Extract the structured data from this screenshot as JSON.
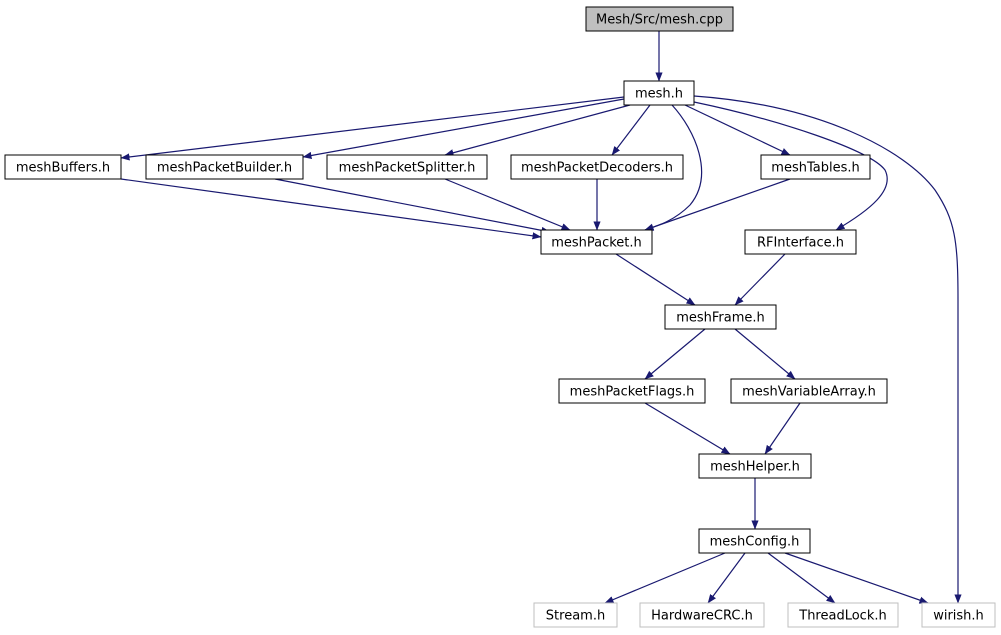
{
  "colors": {
    "edge": "#191970",
    "root_fill": "#bfbfbf",
    "node_fill": "#ffffff",
    "node_border": "#000000",
    "external_border": "#bfbfbf",
    "text": "#000000"
  },
  "nodes": [
    {
      "id": "mesh_cpp",
      "label": "Mesh/Src/mesh.cpp",
      "kind": "root"
    },
    {
      "id": "mesh_h",
      "label": "mesh.h",
      "kind": "file"
    },
    {
      "id": "meshBuffers_h",
      "label": "meshBuffers.h",
      "kind": "file"
    },
    {
      "id": "meshPacketBuilder_h",
      "label": "meshPacketBuilder.h",
      "kind": "file"
    },
    {
      "id": "meshPacketSplitter_h",
      "label": "meshPacketSplitter.h",
      "kind": "file"
    },
    {
      "id": "meshPacketDecoders_h",
      "label": "meshPacketDecoders.h",
      "kind": "file"
    },
    {
      "id": "meshTables_h",
      "label": "meshTables.h",
      "kind": "file"
    },
    {
      "id": "meshPacket_h",
      "label": "meshPacket.h",
      "kind": "file"
    },
    {
      "id": "RFInterface_h",
      "label": "RFInterface.h",
      "kind": "file"
    },
    {
      "id": "meshFrame_h",
      "label": "meshFrame.h",
      "kind": "file"
    },
    {
      "id": "meshPacketFlags_h",
      "label": "meshPacketFlags.h",
      "kind": "file"
    },
    {
      "id": "meshVariableArray_h",
      "label": "meshVariableArray.h",
      "kind": "file"
    },
    {
      "id": "meshHelper_h",
      "label": "meshHelper.h",
      "kind": "file"
    },
    {
      "id": "meshConfig_h",
      "label": "meshConfig.h",
      "kind": "file"
    },
    {
      "id": "Stream_h",
      "label": "Stream.h",
      "kind": "external"
    },
    {
      "id": "HardwareCRC_h",
      "label": "HardwareCRC.h",
      "kind": "external"
    },
    {
      "id": "ThreadLock_h",
      "label": "ThreadLock.h",
      "kind": "external"
    },
    {
      "id": "wirish_h",
      "label": "wirish.h",
      "kind": "external"
    }
  ],
  "edges": [
    {
      "from": "mesh_cpp",
      "to": "mesh_h"
    },
    {
      "from": "mesh_h",
      "to": "meshBuffers_h"
    },
    {
      "from": "mesh_h",
      "to": "meshPacketBuilder_h"
    },
    {
      "from": "mesh_h",
      "to": "meshPacketSplitter_h"
    },
    {
      "from": "mesh_h",
      "to": "meshPacketDecoders_h"
    },
    {
      "from": "mesh_h",
      "to": "meshTables_h"
    },
    {
      "from": "mesh_h",
      "to": "meshPacket_h"
    },
    {
      "from": "mesh_h",
      "to": "RFInterface_h"
    },
    {
      "from": "mesh_h",
      "to": "wirish_h"
    },
    {
      "from": "meshBuffers_h",
      "to": "meshPacket_h"
    },
    {
      "from": "meshPacketBuilder_h",
      "to": "meshPacket_h"
    },
    {
      "from": "meshPacketSplitter_h",
      "to": "meshPacket_h"
    },
    {
      "from": "meshPacketDecoders_h",
      "to": "meshPacket_h"
    },
    {
      "from": "meshTables_h",
      "to": "meshPacket_h"
    },
    {
      "from": "meshPacket_h",
      "to": "meshFrame_h"
    },
    {
      "from": "RFInterface_h",
      "to": "meshFrame_h"
    },
    {
      "from": "meshFrame_h",
      "to": "meshPacketFlags_h"
    },
    {
      "from": "meshFrame_h",
      "to": "meshVariableArray_h"
    },
    {
      "from": "meshPacketFlags_h",
      "to": "meshHelper_h"
    },
    {
      "from": "meshVariableArray_h",
      "to": "meshHelper_h"
    },
    {
      "from": "meshHelper_h",
      "to": "meshConfig_h"
    },
    {
      "from": "meshConfig_h",
      "to": "Stream_h"
    },
    {
      "from": "meshConfig_h",
      "to": "HardwareCRC_h"
    },
    {
      "from": "meshConfig_h",
      "to": "ThreadLock_h"
    },
    {
      "from": "meshConfig_h",
      "to": "wirish_h"
    }
  ]
}
